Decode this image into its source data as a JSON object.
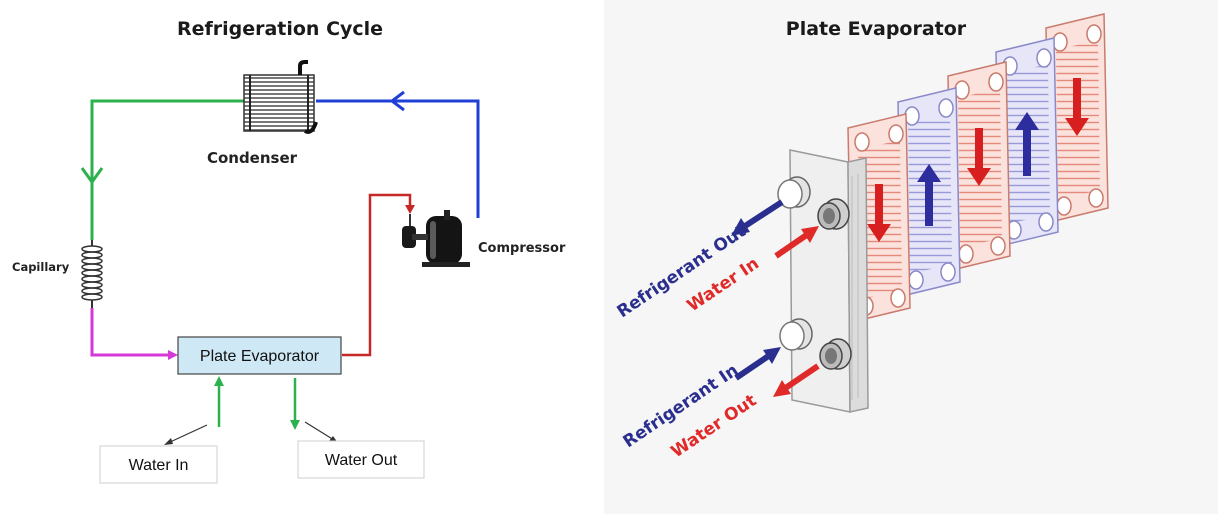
{
  "left_panel": {
    "title": "Refrigeration Cycle",
    "components": {
      "condenser": "Condenser",
      "compressor": "Compressor",
      "capillary": "Capillary",
      "plate_evaporator": "Plate Evaporator",
      "water_in": "Water In",
      "water_out": "Water Out"
    }
  },
  "right_panel": {
    "title": "Plate Evaporator",
    "labels": {
      "refrigerant_out": "Refrigerant Out",
      "water_in": "Water In",
      "refrigerant_in": "Refrigerant In",
      "water_out": "Water Out"
    }
  },
  "colors": {
    "green_line": "#2bb24c",
    "blue_line": "#1f3fd6",
    "red_line": "#c62828",
    "magenta_line": "#d63ad6",
    "evaporator_box": "#cfe8f5",
    "refrigerant_text": "#2a2f8f",
    "water_text": "#e02a2a"
  }
}
